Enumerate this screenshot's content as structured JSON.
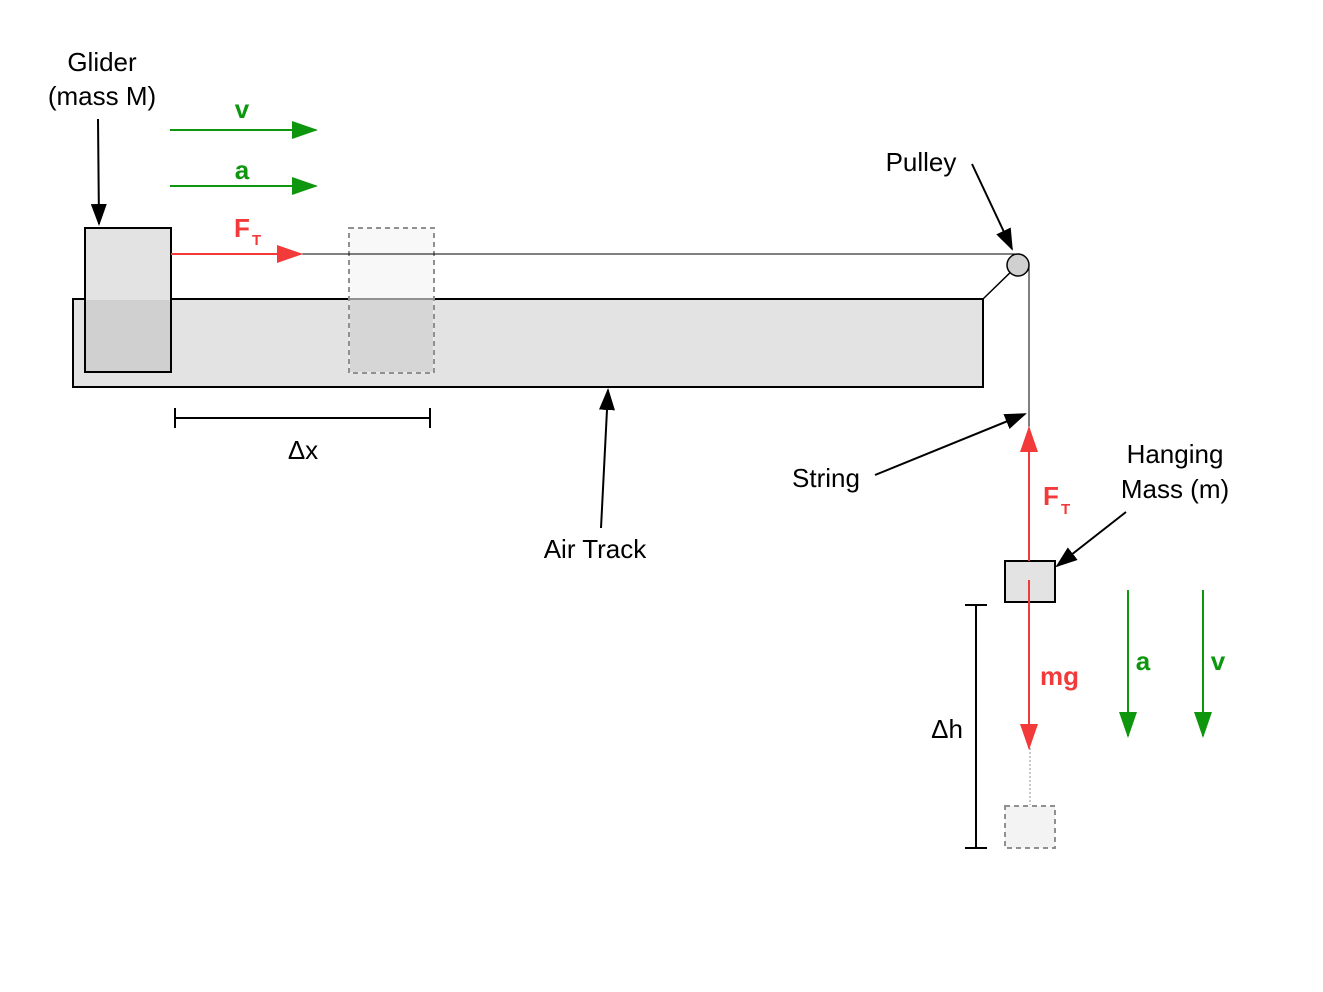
{
  "labels": {
    "glider_line1": "Glider",
    "glider_line2": "(mass M)",
    "pulley": "Pulley",
    "string": "String",
    "air_track": "Air Track",
    "hanging_line1": "Hanging",
    "hanging_line2": "Mass (m)",
    "delta_x": "Δx",
    "delta_h": "Δh"
  },
  "vectors": {
    "glider_velocity": "v",
    "glider_acceleration": "a",
    "tension_main": "F",
    "tension_sub": "T",
    "hanging_tension_main": "F",
    "hanging_tension_sub": "T",
    "weight": "mg",
    "hanging_acceleration": "a",
    "hanging_velocity": "v"
  },
  "colors": {
    "motion": "#0f960f",
    "force": "#f23a3a",
    "body_fill": "#e3e3e3",
    "overlap_fill": "#d0d0d0",
    "ghost_fill": "#f3f3f3",
    "ghost_stroke": "#909090"
  }
}
